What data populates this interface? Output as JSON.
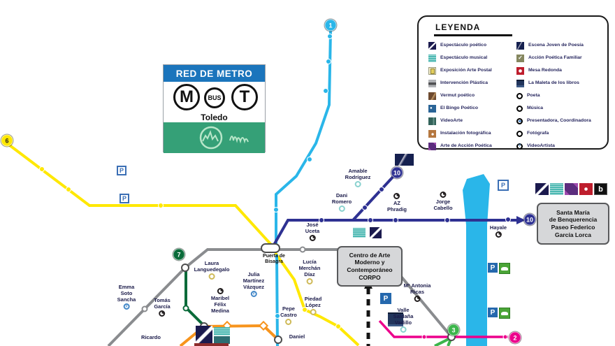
{
  "logo": {
    "header": "RED DE METRO",
    "m": "M",
    "bus": "BUS",
    "t": "T",
    "city": "Toledo"
  },
  "legend": {
    "title": "LEYENDA",
    "left": [
      {
        "icon": "espectaculo-poetico",
        "label": "Espectáculo poético"
      },
      {
        "icon": "espectaculo-musical",
        "label": "Espectáculo musical"
      },
      {
        "icon": "exposicion-arte-postal",
        "label": "Exposición Arte Postal"
      },
      {
        "icon": "intervencion-plastica",
        "label": "Intervención Plástica"
      },
      {
        "icon": "vermut-poetico",
        "label": "Vermut poético"
      },
      {
        "icon": "el-bingo-poetico",
        "label": "El Bingo Poético"
      },
      {
        "icon": "videoarte",
        "label": "VideoArte"
      },
      {
        "icon": "instalacion-fotografica",
        "label": "Instalación fotográfica"
      },
      {
        "icon": "arte-de-accion-poetica",
        "label": "Arte de Acción Poética"
      }
    ],
    "right": [
      {
        "icon": "escena-joven",
        "label": "Escena Joven de Poesía"
      },
      {
        "icon": "accion-poetica-familiar",
        "label": "Acción Poética Familiar"
      },
      {
        "icon": "mesa-redonda",
        "label": "Mesa Redonda"
      },
      {
        "icon": "la-maleta-de-los-libros",
        "label": "La Maleta de los libros"
      },
      {
        "icon": "poeta",
        "label": "Poeta"
      },
      {
        "icon": "musica",
        "label": "Música"
      },
      {
        "icon": "presentadora",
        "label": "Presentadora, Coordinadora"
      },
      {
        "icon": "fotografa",
        "label": "Fotógrafa"
      },
      {
        "icon": "videoartista",
        "label": "VideoArtista"
      }
    ]
  },
  "boxes": {
    "corpo": "Centro de Arte\nModerno y\nContemporáneo\nCORPO",
    "santa_maria": "Santa María\nde Benquerencia\nPaseo Federico\nGarcía Lorca"
  },
  "stations": [
    {
      "name": "Amable\nRodríguez",
      "icon": "musica"
    },
    {
      "name": "Dani\nRomero",
      "icon": "musica"
    },
    {
      "name": "AZ\nPhradig",
      "icon": "poeta"
    },
    {
      "name": "Jorge\nCabello",
      "icon": "poeta"
    },
    {
      "name": "José\nUceta",
      "icon": "poeta"
    },
    {
      "name": "Hayale",
      "icon": "poeta"
    },
    {
      "name": "Puerta de\nBisagra",
      "icon": ""
    },
    {
      "name": "Laura\nLanguedegalo",
      "icon": "fotografa"
    },
    {
      "name": "Julia\nMartínez\nVázquez",
      "icon": "videoartista"
    },
    {
      "name": "Maribel\nFélix\nMedina",
      "icon": "poeta"
    },
    {
      "name": "Emma\nSoto\nSancha",
      "icon": "videoartista"
    },
    {
      "name": "Tomás\nGarcía",
      "icon": "poeta"
    },
    {
      "name": "Ricardo",
      "icon": ""
    },
    {
      "name": "Lucía\nMerchán\nDíaz",
      "icon": "fotografa"
    },
    {
      "name": "Piedad\nLópez",
      "icon": "fotografa"
    },
    {
      "name": "Pepe\nCastro",
      "icon": "fotografa"
    },
    {
      "name": "Daniel",
      "icon": ""
    },
    {
      "name": "Mª Antonia\nRicas",
      "icon": "poeta"
    },
    {
      "name": "Valle\nSaldaña\nVadillo",
      "icon": "musica"
    }
  ],
  "badges": [
    "1",
    "6",
    "7",
    "10",
    "10",
    "3",
    "2"
  ],
  "parking_label": "P",
  "b_logo": "b",
  "colors": {
    "line1_cyan": "#2ab6e9",
    "line6_yellow": "#ffe800",
    "line7_darkgreen": "#0b6b3a",
    "line10_navy": "#2e3192",
    "line3_green": "#3cb54b",
    "line2_pink": "#ec008c",
    "line_grey": "#8a8c8f",
    "line_orange": "#f7941d",
    "river_band": "#2ab6e9",
    "logo_blue": "#1b75bc",
    "logo_green": "#35a077",
    "label_navy": "#1b1b4a"
  }
}
